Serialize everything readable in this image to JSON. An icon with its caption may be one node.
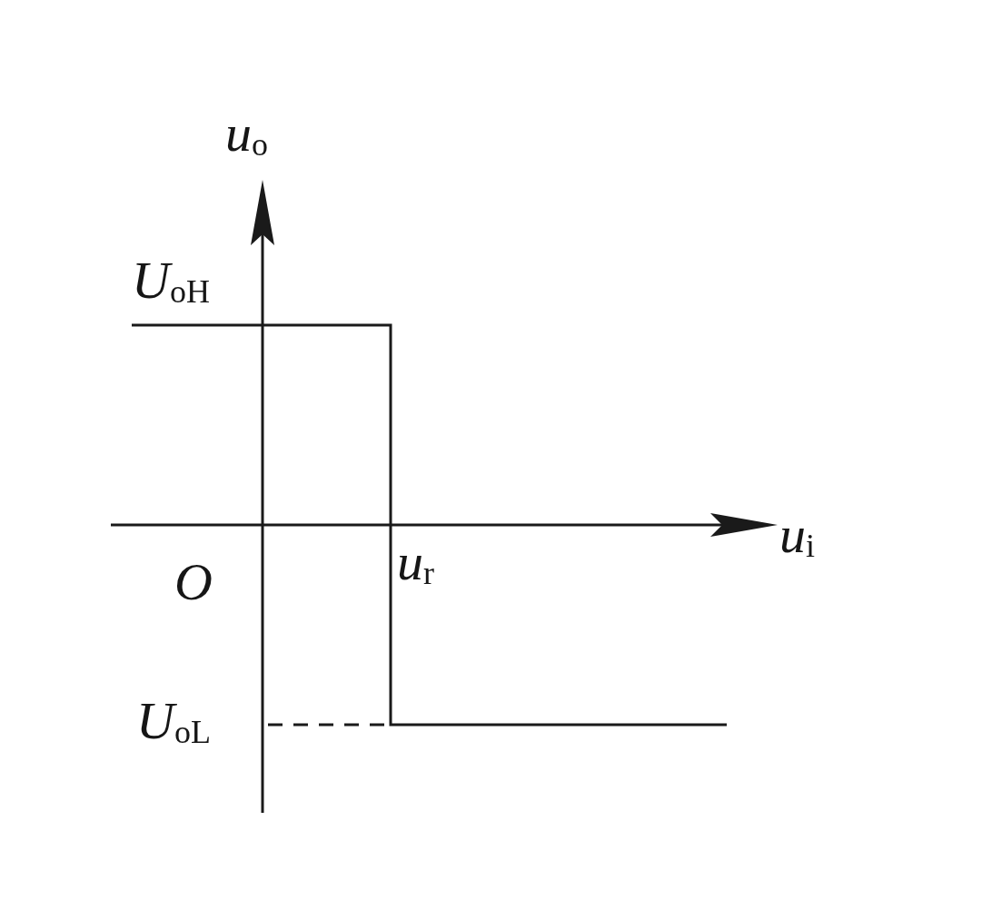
{
  "diagram": {
    "labels": [
      "*u*$_{o}$",
      "*U*$_{oH}$",
      "*u*$_{i}$",
      "*O*",
      "*u*$_{r}$",
      "*U*$_{oL}$"
    ]
  }
}
